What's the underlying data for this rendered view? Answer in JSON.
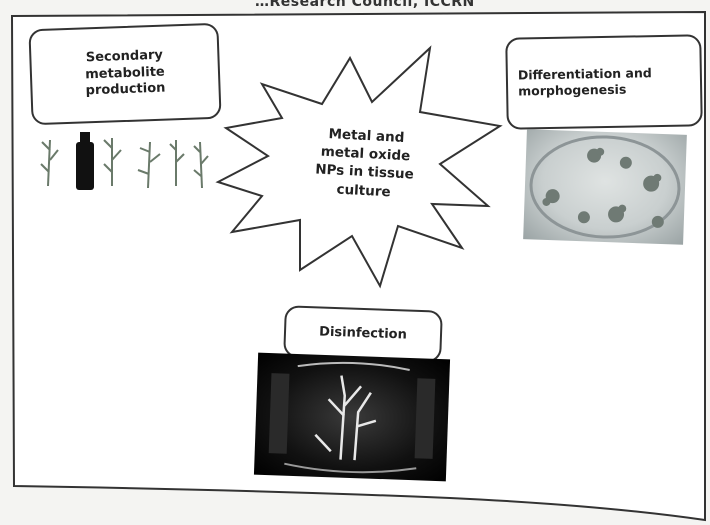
{
  "header": {
    "text": "…Research Council, ICCRN"
  },
  "boxes": {
    "secondary": "Secondary\nmetabolite\nproduction",
    "differentiation": "Differentiation and\nmorphogenesis",
    "disinfection": "Disinfection"
  },
  "center": {
    "text": "Metal and\nmetal oxide\nNPs in tissue\nculture"
  },
  "colors": {
    "line": "#333333",
    "box_fill": "#ffffff",
    "page": "#ffffff",
    "background": "#f4f4f2"
  }
}
